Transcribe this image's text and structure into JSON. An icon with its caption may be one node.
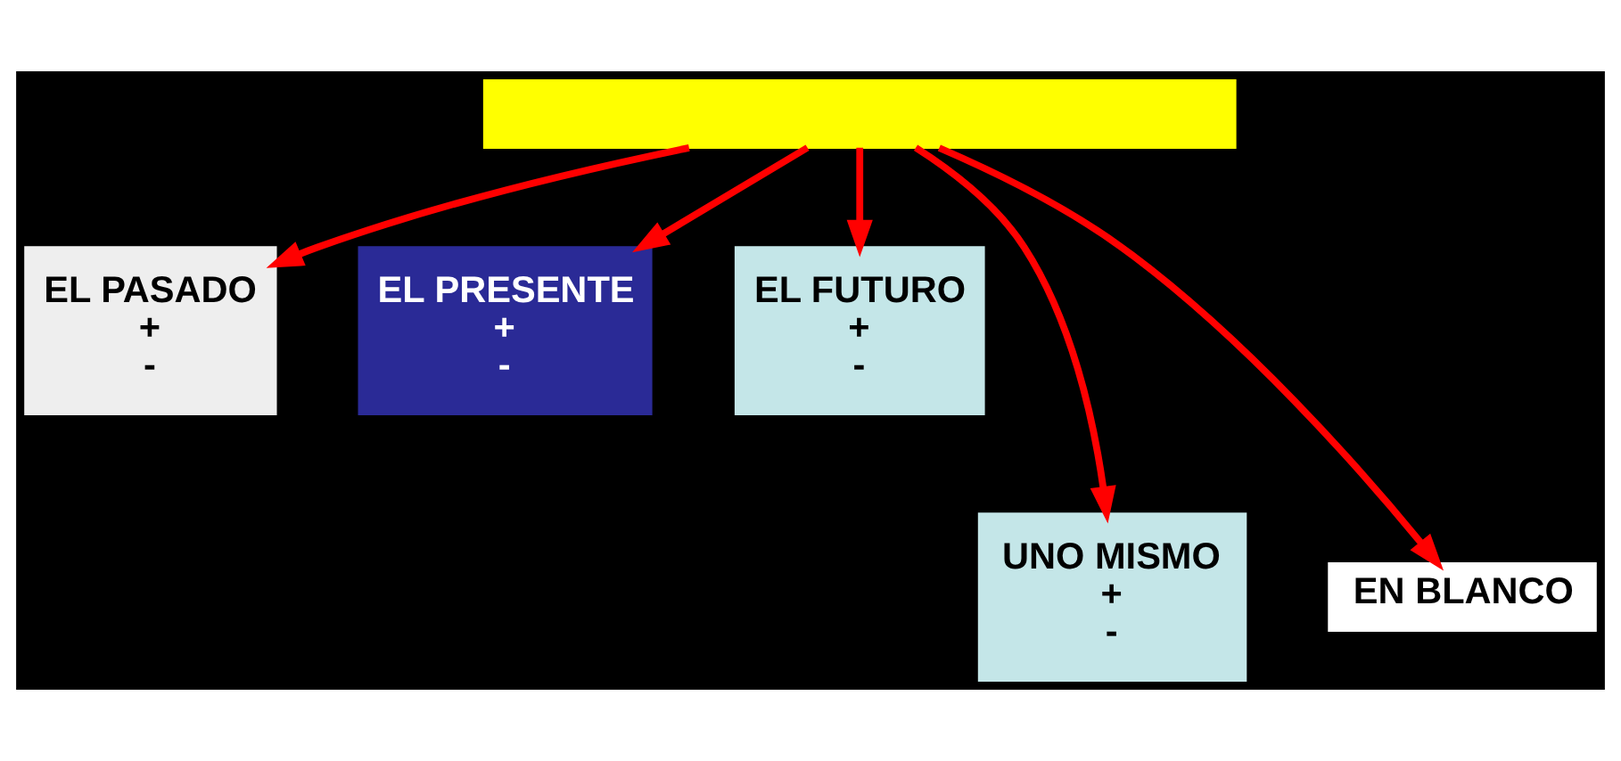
{
  "diagram": {
    "nodes": [
      {
        "text": [],
        "shape": "box"
      },
      {
        "text": [
          "EL PASADO",
          "+",
          "-"
        ]
      },
      {
        "text": [
          "EL PRESENTE",
          "+",
          "-"
        ]
      },
      {
        "text": [
          "EL FUTURO",
          "+",
          "-"
        ]
      },
      {
        "text": [
          "UNO MISMO",
          "+",
          "-"
        ]
      },
      {
        "text": [
          "EN BLANCO"
        ]
      }
    ],
    "edges": [
      {
        "from": 0,
        "to": 1,
        "arrow": "to"
      },
      {
        "from": 0,
        "to": 4,
        "arrow": "to"
      },
      {
        "from": 0,
        "to": 2,
        "arrow": "to"
      },
      {
        "from": 0,
        "to": 5,
        "arrow": "to"
      },
      {
        "from": 0,
        "to": 3,
        "arrow": "to"
      }
    ]
  }
}
